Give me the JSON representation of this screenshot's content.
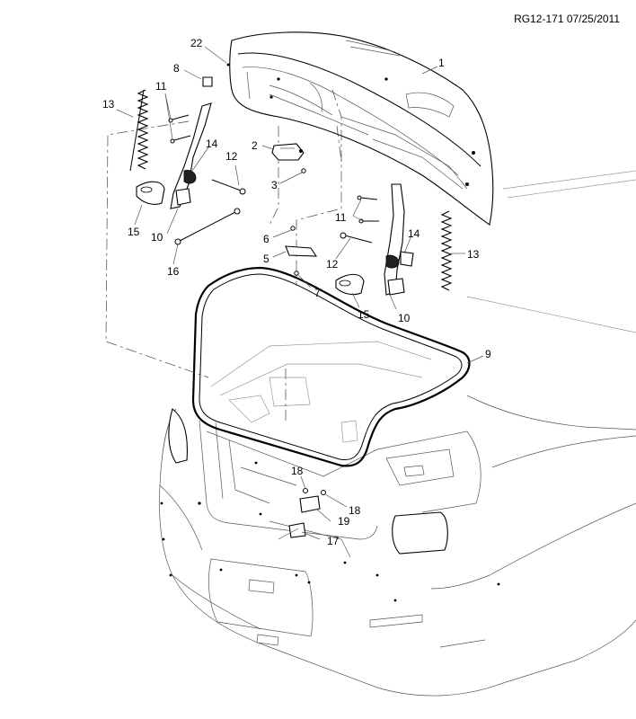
{
  "header": {
    "code": "RG12-171 07/25/2011"
  },
  "callouts": {
    "c1": "1",
    "c2": "2",
    "c3": "3",
    "c5": "5",
    "c6": "6",
    "c7": "7",
    "c8": "8",
    "c9": "9",
    "c10a": "10",
    "c10b": "10",
    "c11a": "11",
    "c11b": "11",
    "c12a": "12",
    "c12b": "12",
    "c13a": "13",
    "c13b": "13",
    "c14a": "14",
    "c14b": "14",
    "c15a": "15",
    "c15b": "15",
    "c16": "16",
    "c17": "17",
    "c18a": "18",
    "c18b": "18",
    "c19": "19",
    "c22": "22"
  }
}
